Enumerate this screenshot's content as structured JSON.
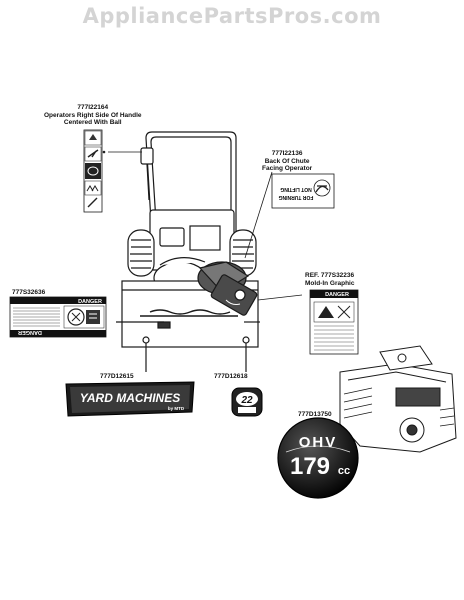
{
  "watermark": "AppliancePartsPros.com",
  "callouts": {
    "handle": {
      "part": "777I22164",
      "line1": "Operators Right Side Of Handle",
      "line2": "Centered With Ball"
    },
    "chute": {
      "part": "777I22136",
      "line1": "Back Of Chute",
      "line2": "Facing Operator"
    },
    "housing": {
      "part": "777S32636"
    },
    "moldin": {
      "part": "REF. 777S32236",
      "line1": "Mold-In Graphic"
    },
    "brand": {
      "part": "777D12615"
    },
    "size": {
      "part": "777D12618"
    },
    "engine": {
      "part": "777D13750"
    }
  },
  "decals": {
    "danger_word": "DANGER",
    "chute_decal_line1": "FOR TURNING",
    "chute_decal_line2": "NOT LIFTING",
    "brand_text": "YARD MACHINES",
    "brand_sub": "by MTD",
    "size_number": "22",
    "engine_ohv": "OHV",
    "engine_number": "179",
    "engine_unit": "cc"
  },
  "colors": {
    "line": "#1a1a1a",
    "dark_fill": "#222222",
    "watermark": "#d4d4d4"
  }
}
